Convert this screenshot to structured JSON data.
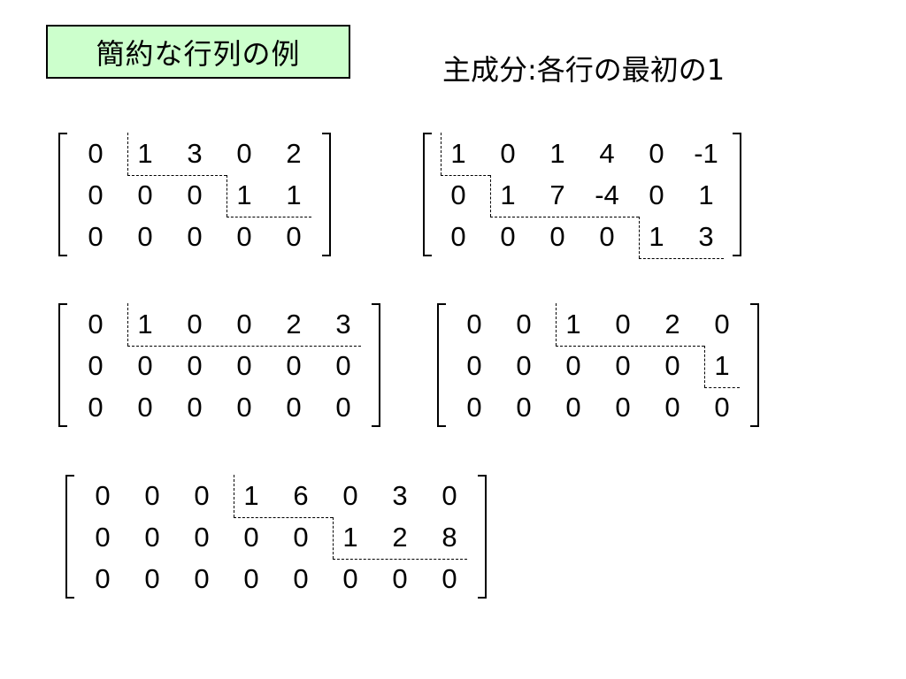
{
  "title": "簡約な行列の例",
  "subtitle": "主成分:各行の最初の1",
  "matrices": [
    {
      "rows": [
        [
          "0",
          "1",
          "3",
          "0",
          "2"
        ],
        [
          "0",
          "0",
          "0",
          "1",
          "1"
        ],
        [
          "0",
          "0",
          "0",
          "0",
          "0"
        ]
      ],
      "pivots": [
        1,
        3
      ]
    },
    {
      "rows": [
        [
          "1",
          "0",
          "1",
          "4",
          "0",
          "-1"
        ],
        [
          "0",
          "1",
          "7",
          "-4",
          "0",
          "1"
        ],
        [
          "0",
          "0",
          "0",
          "0",
          "1",
          "3"
        ]
      ],
      "pivots": [
        0,
        1,
        4
      ]
    },
    {
      "rows": [
        [
          "0",
          "1",
          "0",
          "0",
          "2",
          "3"
        ],
        [
          "0",
          "0",
          "0",
          "0",
          "0",
          "0"
        ],
        [
          "0",
          "0",
          "0",
          "0",
          "0",
          "0"
        ]
      ],
      "pivots": [
        1
      ]
    },
    {
      "rows": [
        [
          "0",
          "0",
          "1",
          "0",
          "2",
          "0"
        ],
        [
          "0",
          "0",
          "0",
          "0",
          "0",
          "1"
        ],
        [
          "0",
          "0",
          "0",
          "0",
          "0",
          "0"
        ]
      ],
      "pivots": [
        2,
        5
      ]
    },
    {
      "rows": [
        [
          "0",
          "0",
          "0",
          "1",
          "6",
          "0",
          "3",
          "0"
        ],
        [
          "0",
          "0",
          "0",
          "0",
          "0",
          "1",
          "2",
          "8"
        ],
        [
          "0",
          "0",
          "0",
          "0",
          "0",
          "0",
          "0",
          "0"
        ]
      ],
      "pivots": [
        3,
        5
      ]
    }
  ]
}
